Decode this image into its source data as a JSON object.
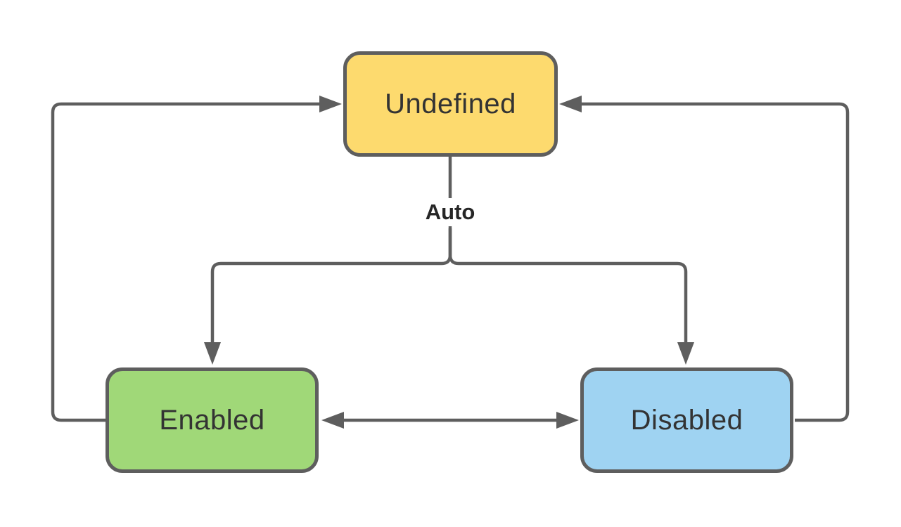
{
  "diagram": {
    "type": "state-diagram",
    "background": "#FFFFFF",
    "line_color": "#5E5E5E",
    "text_color": "#333333",
    "nodes": [
      {
        "id": "undefined",
        "label": "Undefined",
        "fill": "#FDDA6E",
        "border": "#5E5E5E"
      },
      {
        "id": "enabled",
        "label": "Enabled",
        "fill": "#A0D878",
        "border": "#5E5E5E"
      },
      {
        "id": "disabled",
        "label": "Disabled",
        "fill": "#9FD3F2",
        "border": "#5E5E5E"
      }
    ],
    "edges": [
      {
        "from": "undefined",
        "to": "enabled",
        "label": "Auto",
        "arrow": "to"
      },
      {
        "from": "undefined",
        "to": "disabled",
        "label": "Auto",
        "arrow": "to"
      },
      {
        "from": "enabled",
        "to": "undefined",
        "label": "",
        "arrow": "to"
      },
      {
        "from": "disabled",
        "to": "undefined",
        "label": "",
        "arrow": "to"
      },
      {
        "from": "enabled",
        "to": "disabled",
        "label": "",
        "arrow": "both"
      }
    ],
    "edge_label": "Auto"
  }
}
